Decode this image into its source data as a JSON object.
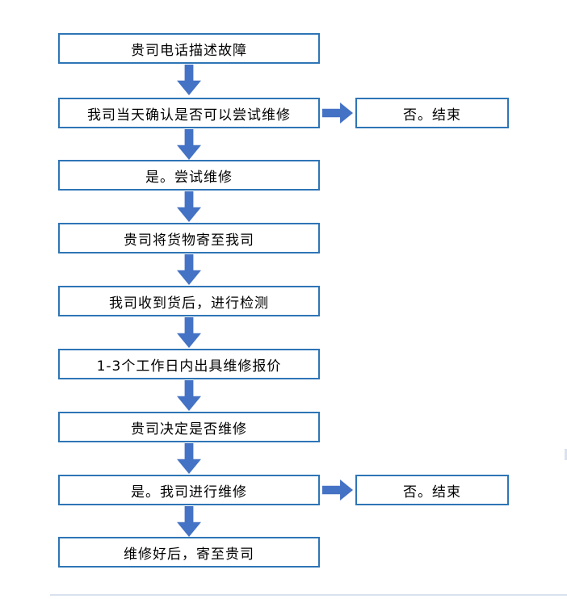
{
  "colors": {
    "box_border": "#2E75B6",
    "arrow_fill": "#4472C4",
    "text": "#000000",
    "background": "#FFFFFF"
  },
  "flow": {
    "steps": [
      "贵司电话描述故障",
      "我司当天确认是否可以尝试维修",
      "是。尝试维修",
      "贵司将货物寄至我司",
      "我司收到货后，进行检测",
      "1-3个工作日内出具维修报价",
      "贵司决定是否维修",
      "是。我司进行维修",
      "维修好后，寄至贵司"
    ],
    "branches": [
      {
        "from_step": 2,
        "label": "否。结束"
      },
      {
        "from_step": 8,
        "label": "否。结束"
      }
    ]
  }
}
